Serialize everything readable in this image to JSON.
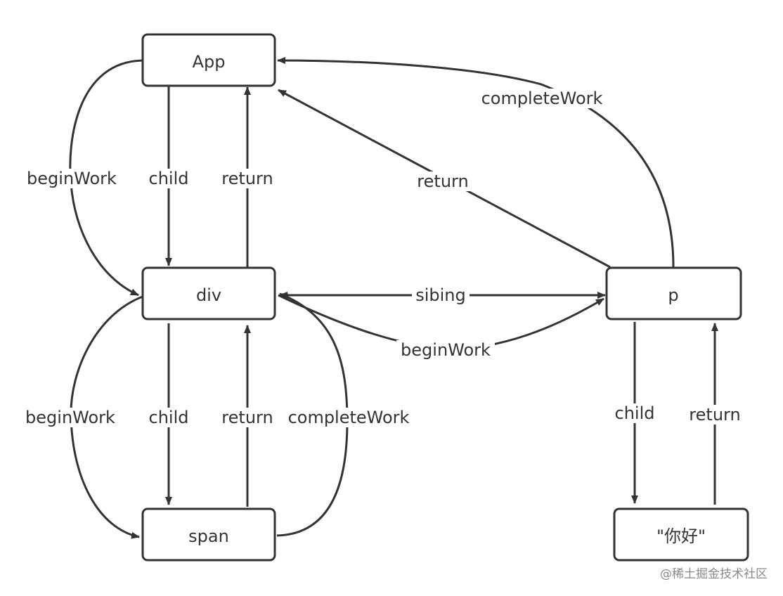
{
  "nodes": {
    "app": "App",
    "div": "div",
    "span": "span",
    "p": "p",
    "nihao": "\"你好\""
  },
  "edges": {
    "app_div_child": "child",
    "div_app_return": "return",
    "app_div_beginwork": "beginWork",
    "div_span_child": "child",
    "span_div_return": "return",
    "div_span_beginwork": "beginWork",
    "span_div_completework": "completeWork",
    "div_p_sibling": "sibing",
    "div_p_beginwork": "beginWork",
    "p_app_return": "return",
    "p_app_completework": "completeWork",
    "p_nihao_child": "child",
    "nihao_p_return": "return"
  },
  "watermark": "@稀土掘金技术社区",
  "colors": {
    "stroke": "#333333",
    "text": "#333333",
    "watermark": "#8a8a8a",
    "background": "#ffffff"
  }
}
